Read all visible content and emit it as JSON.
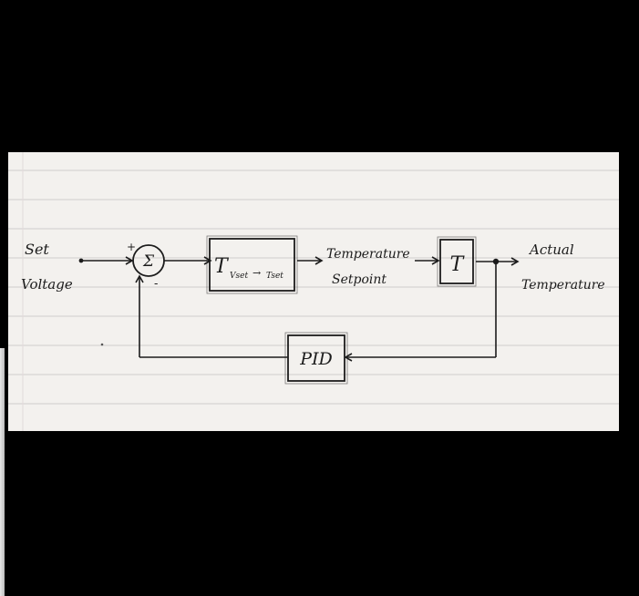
{
  "diagram": {
    "input_label_line1": "Set",
    "input_label_line2": "Voltage",
    "sum_symbol": "Σ",
    "sum_plus_sign": "+",
    "sum_minus_sign": "-",
    "transfer_block_main": "T",
    "transfer_block_sub1": "Vset",
    "transfer_block_arrow": "→",
    "transfer_block_sub2": "Tset",
    "setpoint_label_line1": "Temperature",
    "setpoint_label_line2": "Setpoint",
    "plant_block": "T",
    "output_label_line1": "Actual",
    "output_label_line2": "Temperature",
    "controller_block": "PID"
  },
  "colors": {
    "paper": "#f3f1ee",
    "ruled_line": "#cfcdcc",
    "ink": "#1c1c1c",
    "background": "#000000"
  }
}
